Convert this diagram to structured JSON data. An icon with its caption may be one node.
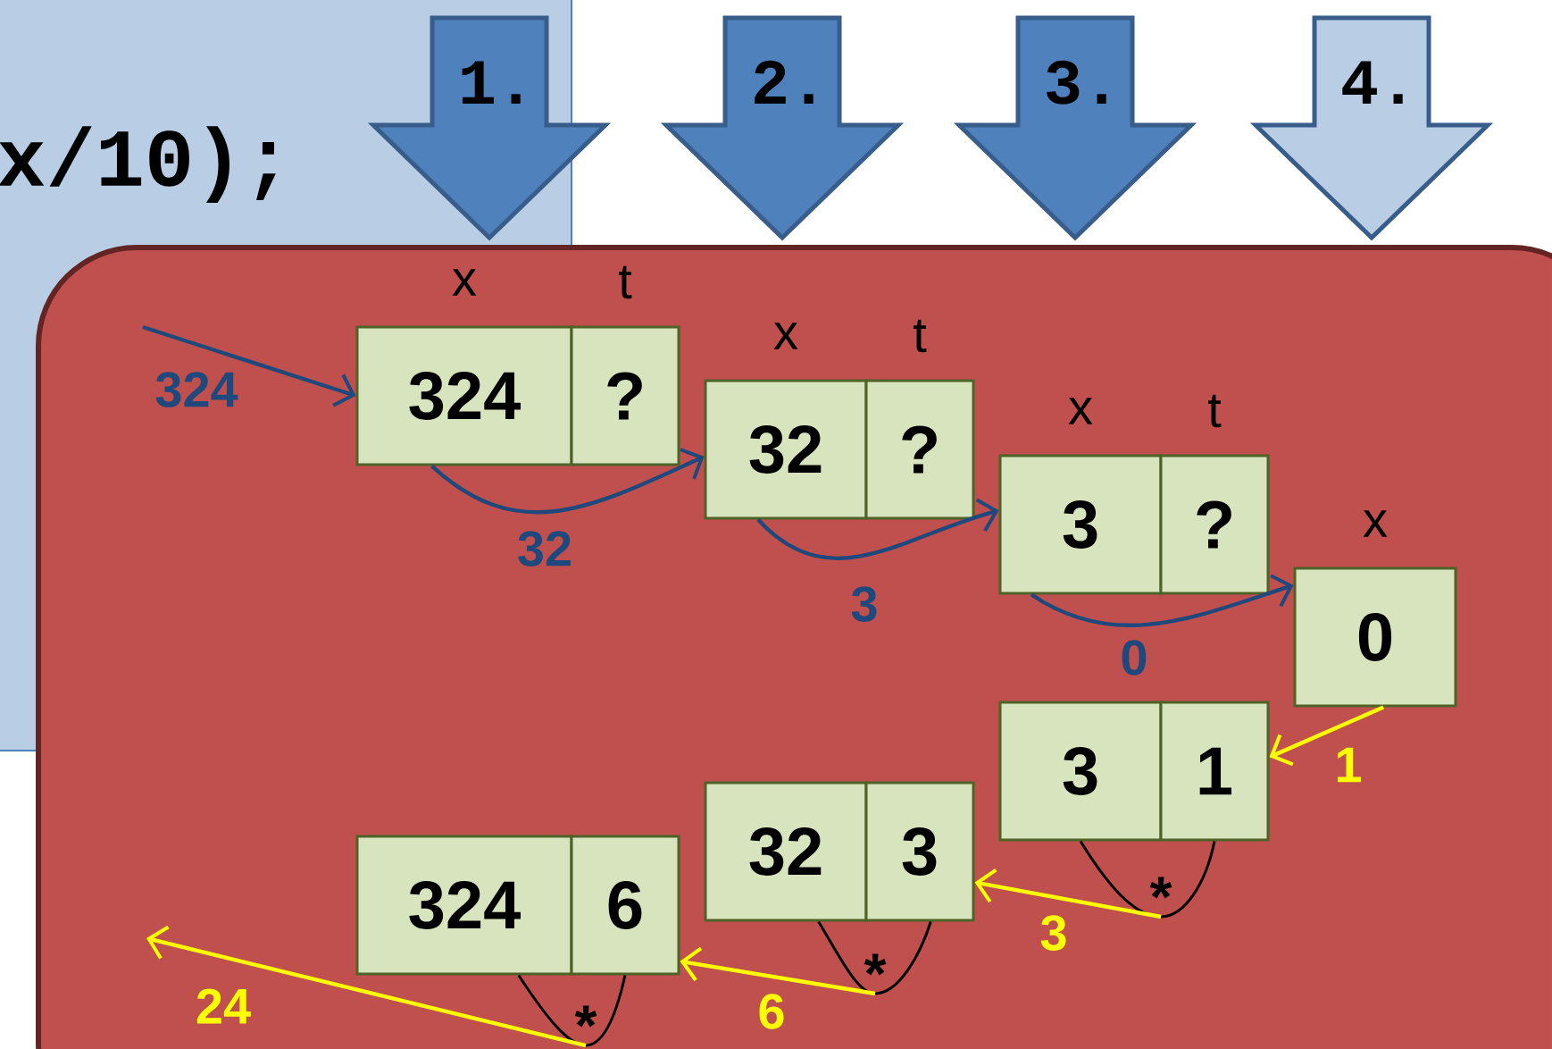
{
  "diagram": {
    "nodes": [
      {
        "text": [
          "x/10);"
        ]
      },
      {
        "text": [
          "1."
        ]
      },
      {
        "text": [
          "2."
        ]
      },
      {
        "text": [
          "3."
        ]
      },
      {
        "text": [
          "4."
        ]
      },
      {
        "text": [],
        "shape": "box"
      },
      {
        "text": [
          "x",
          "324"
        ],
        "in": 5
      },
      {
        "text": [
          "t",
          "?"
        ],
        "in": 5
      },
      {
        "text": [
          "x",
          "32"
        ],
        "in": 5
      },
      {
        "text": [
          "t",
          "?"
        ],
        "in": 5
      },
      {
        "text": [
          "x",
          "3"
        ],
        "in": 5
      },
      {
        "text": [
          "t",
          "?"
        ],
        "in": 5
      },
      {
        "text": [
          "x",
          "0"
        ],
        "in": 5
      },
      {
        "text": [
          "3"
        ],
        "in": 5
      },
      {
        "text": [
          "1"
        ],
        "in": 5
      },
      {
        "text": [
          "32"
        ],
        "in": 5
      },
      {
        "text": [
          "3"
        ],
        "in": 5
      },
      {
        "text": [
          "324"
        ],
        "in": 5
      },
      {
        "text": [
          "6"
        ],
        "in": 5
      },
      {
        "text": [
          "*"
        ],
        "in": 5
      },
      {
        "text": [
          "*"
        ],
        "in": 5
      },
      {
        "text": [
          "*"
        ],
        "in": 5
      }
    ],
    "edges": [
      {
        "from": null,
        "to": 6,
        "arrow": "to",
        "label": "324",
        "color": "#1f497d"
      },
      {
        "from": 6,
        "to": 8,
        "arrow": "to",
        "label": "32",
        "color": "#1f497d"
      },
      {
        "from": 8,
        "to": 10,
        "arrow": "to",
        "label": "3",
        "color": "#1f497d"
      },
      {
        "from": 10,
        "to": 12,
        "arrow": "to",
        "label": "0",
        "color": "#1f497d"
      },
      {
        "from": 12,
        "to": 14,
        "arrow": "to",
        "label": "1",
        "color": "#ffff00"
      },
      {
        "from": 13,
        "to": 19,
        "arrow": "none"
      },
      {
        "from": 14,
        "to": 19,
        "arrow": "none"
      },
      {
        "from": 19,
        "to": 16,
        "arrow": "to",
        "label": "3",
        "color": "#ffff00"
      },
      {
        "from": 15,
        "to": 20,
        "arrow": "none"
      },
      {
        "from": 16,
        "to": 20,
        "arrow": "none"
      },
      {
        "from": 20,
        "to": 18,
        "arrow": "to",
        "label": "6",
        "color": "#ffff00"
      },
      {
        "from": 17,
        "to": 21,
        "arrow": "none"
      },
      {
        "from": 18,
        "to": 21,
        "arrow": "none"
      },
      {
        "from": 21,
        "to": null,
        "arrow": "to",
        "label": "24",
        "color": "#ffff00"
      }
    ]
  }
}
